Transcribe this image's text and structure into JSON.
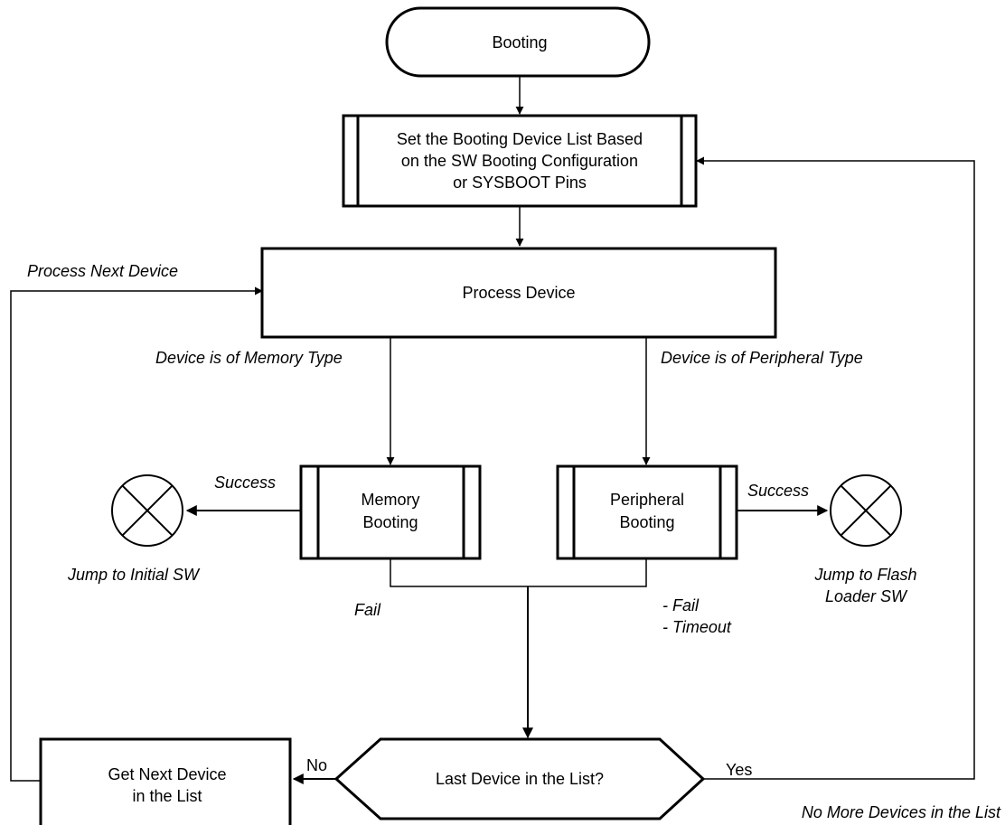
{
  "nodes": {
    "booting": "Booting",
    "set_list": [
      "Set the Booting Device List Based",
      "on the SW Booting Configuration",
      "or SYSBOOT Pins"
    ],
    "process_device": "Process Device",
    "memory_booting": [
      "Memory",
      "Booting"
    ],
    "peripheral_booting": [
      "Peripheral",
      "Booting"
    ],
    "last_device": "Last Device in the List?",
    "get_next": [
      "Get Next Device",
      "in the List"
    ]
  },
  "labels": {
    "process_next": "Process Next Device",
    "memory_type": "Device is of Memory Type",
    "peripheral_type": "Device is of Peripheral Type",
    "success_memory": "Success",
    "success_peripheral": "Success",
    "jump_initial": "Jump to Initial SW",
    "jump_flash": [
      "Jump to Flash",
      "Loader SW"
    ],
    "fail": "Fail",
    "fail_timeout": [
      "- Fail",
      "- Timeout"
    ],
    "no": "No",
    "yes": "Yes",
    "no_more": "No More Devices in the List"
  }
}
